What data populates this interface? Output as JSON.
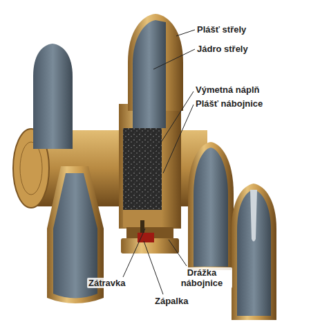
{
  "diagram": {
    "labels": [
      "Plášť střely",
      "Jádro střely",
      "Výmetná náplň",
      "Plášť nábojnice",
      "Zátravka",
      "Zápalka",
      "Drážka nábojnice"
    ]
  }
}
